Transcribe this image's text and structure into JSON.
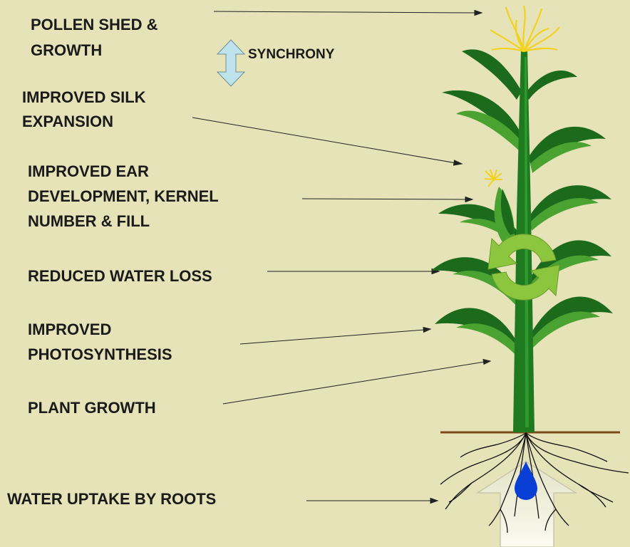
{
  "labels": {
    "pollen_1": "POLLEN SHED &",
    "pollen_2": "GROWTH",
    "synchrony": "SYNCHRONY",
    "silk_1": "IMPROVED SILK",
    "silk_2": "EXPANSION",
    "ear_1": "IMPROVED EAR",
    "ear_2": "DEVELOPMENT, KERNEL",
    "ear_3": "NUMBER & FILL",
    "water_loss": "REDUCED WATER LOSS",
    "photo_1": "IMPROVED",
    "photo_2": "PHOTOSYNTHESIS",
    "plant_growth": "PLANT GROWTH",
    "water_uptake": "WATER UPTAKE BY ROOTS"
  },
  "colors": {
    "background": "#e6e3b9",
    "stalk": "#1f7a1f",
    "leaf_dark": "#1c6b1c",
    "leaf_light": "#4aa331",
    "tassel": "#f2d21e",
    "soil_line": "#7a4a1a",
    "water_drop": "#0a3fd6",
    "cycle_arrows": "#8cc63f",
    "double_arrow": "#bfe3ec"
  },
  "icons": [
    "double-arrow-icon",
    "recycle-icon",
    "water-drop-icon",
    "uptake-arrow-icon"
  ]
}
